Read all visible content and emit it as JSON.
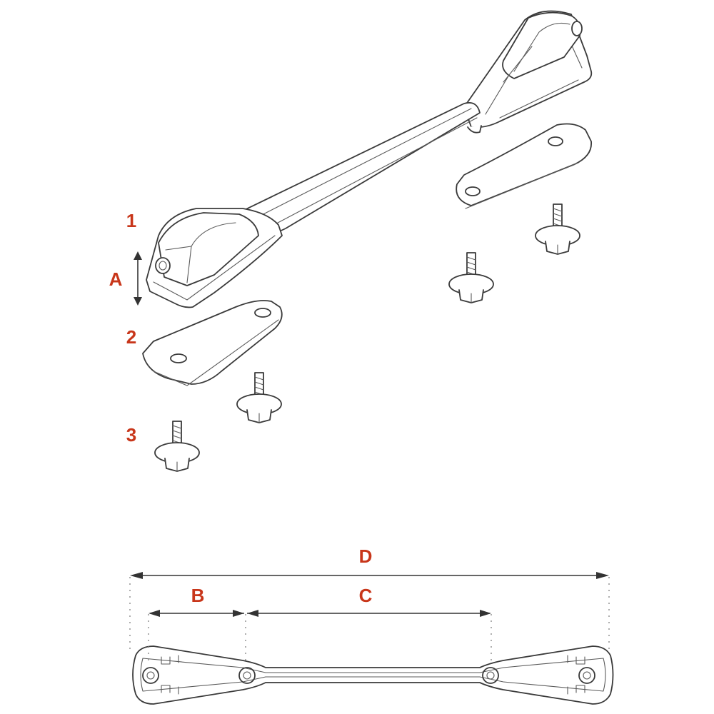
{
  "labels": {
    "part_1": "1",
    "part_2": "2",
    "part_3": "3",
    "dim_a": "A",
    "dim_b": "B",
    "dim_c": "C",
    "dim_d": "D"
  },
  "colors": {
    "label": "#c8361a",
    "line": "#3a3a3a"
  }
}
